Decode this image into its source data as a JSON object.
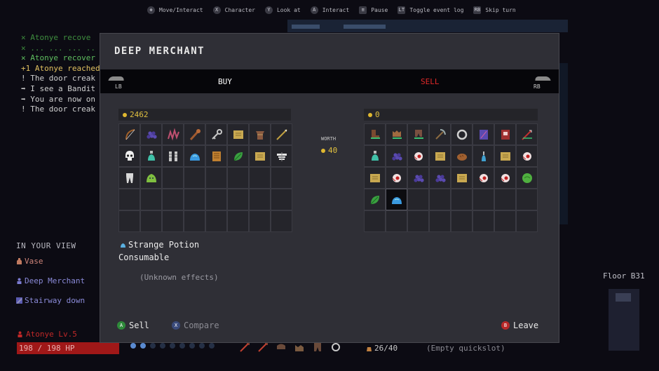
{
  "hints": [
    {
      "glyph": "✥",
      "label": "Move/Interact"
    },
    {
      "glyph": "X",
      "label": "Character"
    },
    {
      "glyph": "Y",
      "label": "Look at"
    },
    {
      "glyph": "A",
      "label": "Interact"
    },
    {
      "glyph": "≡",
      "label": "Pause"
    },
    {
      "glyph": "LT",
      "label": "Toggle event log"
    },
    {
      "glyph": "RB",
      "label": "Skip turn"
    }
  ],
  "log": [
    "✕ Atonye recove",
    "✕ ... ... ... ..",
    "✕ Atonye recover",
    "+1 Atonye reached",
    "! The door creak",
    "➡ I see a Bandit",
    "➡ You are now on",
    "! The door creak"
  ],
  "in_view": {
    "heading": "IN YOUR VIEW",
    "items": [
      "Vase",
      "Deep Merchant",
      "Stairway down"
    ]
  },
  "player": {
    "name": "Atonye Lv.5",
    "hp": "198 / 198 HP",
    "carry": "26/40",
    "quickslot": "(Empty quickslot)"
  },
  "floor": "Floor B31",
  "merchant": {
    "title": "DEEP MERCHANT",
    "tab_buy": "BUY",
    "tab_sell": "SELL",
    "lb": "LB",
    "rb": "RB",
    "merchant_gold": "2462",
    "player_gold": "0",
    "worth_label": "WORTH",
    "worth_value": "40",
    "buy_items": [
      "bow",
      "grapes",
      "claw",
      "club",
      "key",
      "scroll",
      "tunic",
      "spear",
      "skull",
      "potion-teal",
      "leggings",
      "potion-blue",
      "chest",
      "leaf",
      "scroll",
      "armor",
      "legs",
      "slime"
    ],
    "sell_items": [
      "boots",
      "glove",
      "pants",
      "pickaxe",
      "ring",
      "tome",
      "book",
      "arrow",
      "potion-teal",
      "grapes",
      "eye",
      "scroll",
      "bread",
      "potion-flask",
      "scroll",
      "eye",
      "scroll",
      "eye",
      "grapes",
      "grapes",
      "scroll",
      "eye",
      "eye",
      "lettuce",
      "leaf",
      "potion-blue"
    ],
    "selected_sell_index": 25,
    "item_name": "Strange Potion",
    "item_type": "Consumable",
    "item_effect": "(Unknown effects)",
    "actions": {
      "sell": "Sell",
      "compare": "Compare",
      "leave": "Leave"
    },
    "action_glyphs": {
      "sell": "A",
      "compare": "X",
      "leave": "B"
    }
  }
}
